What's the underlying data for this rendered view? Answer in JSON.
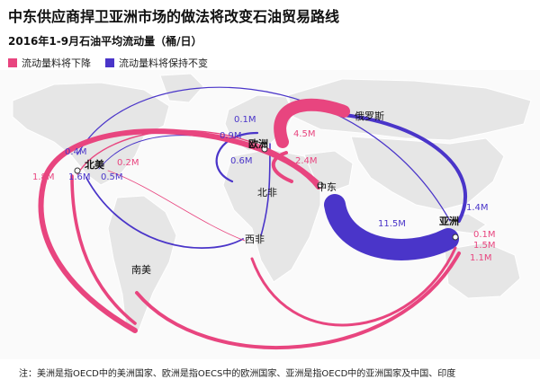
{
  "title": "中东供应商捍卫亚洲市场的做法将改变石油贸易路线",
  "subtitle": "2016年1-9月石油平均流动量（桶/日）",
  "legend": {
    "decreasing": {
      "label": "流动量料将下降",
      "color": "#e8457f"
    },
    "stable": {
      "label": "流动量料将保持不变",
      "color": "#4a35c9"
    }
  },
  "regions": {
    "north_america": "北美",
    "europe": "欧洲",
    "russia": "俄罗斯",
    "middle_east": "中东",
    "north_africa": "北非",
    "west_africa": "西非",
    "south_america": "南美",
    "asia": "亚洲"
  },
  "flows": {
    "me_eu": "4.5M",
    "me_eu_2": "2.4M",
    "me_asia": "11.5M",
    "ru_asia": "1.4M",
    "na_in": "0.4M",
    "na_pink": "0.2M",
    "na_left": "1.8M",
    "na_b1": "1.6M",
    "na_b2": "0.5M",
    "eu_1": "0.1M",
    "eu_2": "0.9M",
    "eu_3": "0.6M",
    "asia_1": "0.1M",
    "asia_2": "1.5M",
    "asia_3": "1.1M"
  },
  "footnote": "注：美洲是指OECD中的美洲国家、欧洲是指OECS中的欧洲国家、亚洲是指OECD中的亚洲国家及中国、印度"
}
